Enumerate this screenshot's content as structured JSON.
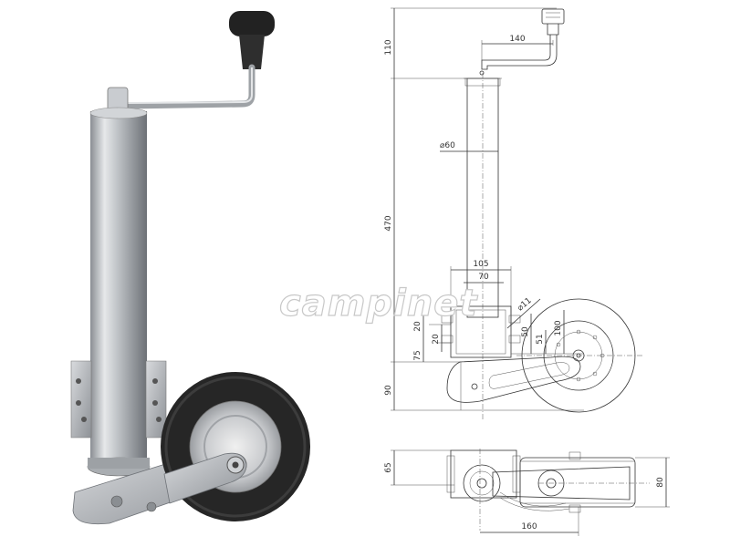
{
  "watermark": {
    "text": "campinet"
  },
  "colors": {
    "metal": "#b9bcc0",
    "metal_dark": "#7c8085",
    "rubber": "#2a2a2a",
    "line": "#333333"
  },
  "side_view": {
    "dims": {
      "handle_height": "110",
      "crank_reach": "140",
      "tube_diameter": "60",
      "tube_height": "470",
      "clamp_width_outer": "105",
      "clamp_width_inner": "70",
      "hole_diameter": "11",
      "hole_spacing_1": "20",
      "hole_spacing_2": "20",
      "offset_50": "50",
      "offset_51": "51",
      "wheel_100": "100",
      "bracket_75": "75",
      "bottom_90": "90"
    }
  },
  "top_view": {
    "dims": {
      "depth": "65",
      "wheel_width": "80",
      "length": "160"
    }
  }
}
